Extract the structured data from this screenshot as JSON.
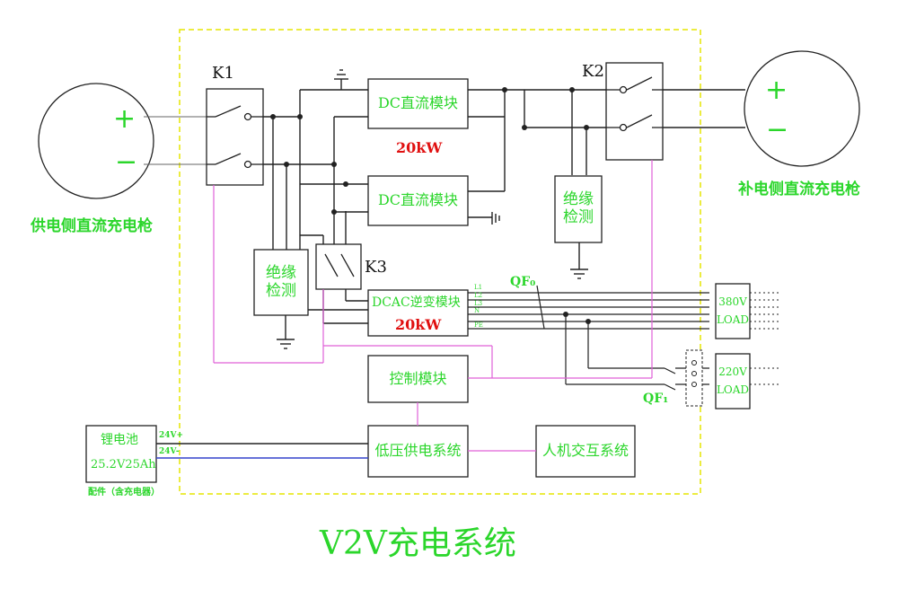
{
  "title": "V2V充电系统",
  "guns": {
    "supply": {
      "label": "供电侧直流充电枪",
      "plus": "+",
      "minus": "−"
    },
    "replenish": {
      "label": "补电侧直流充电枪",
      "plus": "+",
      "minus": "−"
    }
  },
  "switches": {
    "k1": "K1",
    "k2": "K2",
    "k3": "K3",
    "qf0": "QF₀",
    "qf1": "QF₁"
  },
  "modules": {
    "dc1": "DC直流模块",
    "dc2": "DC直流模块",
    "dc_power": "20kW",
    "insulation_left": [
      "绝缘",
      "检测"
    ],
    "insulation_right": [
      "绝缘",
      "检测"
    ],
    "inverter": "DCAC逆变模块",
    "inverter_power": "20kW",
    "control": "控制模块",
    "low_voltage": "低压供电系统",
    "hmi": "人机交互系统"
  },
  "loads": {
    "load380_voltage": "380V",
    "load380_label": "LOAD",
    "load220_voltage": "220V",
    "load220_label": "LOAD"
  },
  "phase_labels": [
    "L1",
    "L2",
    "L3",
    "N",
    "PE"
  ],
  "battery": {
    "name": "锂电池",
    "spec": "25.2V25Ah",
    "accessory": "配件（含充电器）",
    "pos": "24V+",
    "neg": "24V-"
  },
  "colors": {
    "green": "#2bd62b",
    "red": "#e01010",
    "magenta": "#e060d8",
    "blue": "#3344cc",
    "frame": "#e6e600",
    "line": "#222222"
  }
}
